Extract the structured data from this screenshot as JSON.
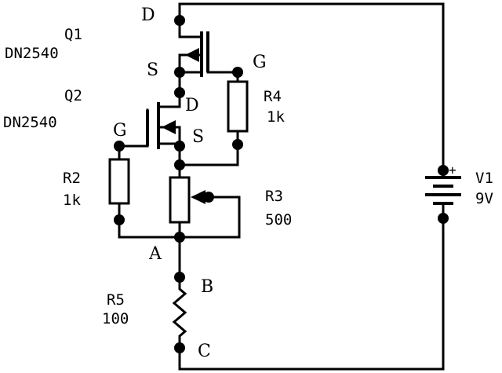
{
  "components": {
    "q1": {
      "ref": "Q1",
      "part": "DN2540",
      "drain": "D",
      "source": "S",
      "gate": "G"
    },
    "q2": {
      "ref": "Q2",
      "part": "DN2540",
      "drain": "D",
      "source": "S",
      "gate": "G"
    },
    "r2": {
      "ref": "R2",
      "value": "1k"
    },
    "r3": {
      "ref": "R3",
      "value": "500"
    },
    "r4": {
      "ref": "R4",
      "value": "1k"
    },
    "r5": {
      "ref": "R5",
      "value": "100"
    },
    "v1": {
      "ref": "V1",
      "value": "9V",
      "polarity": "+"
    }
  },
  "nodes": {
    "a": "A",
    "b": "B",
    "c": "C"
  }
}
